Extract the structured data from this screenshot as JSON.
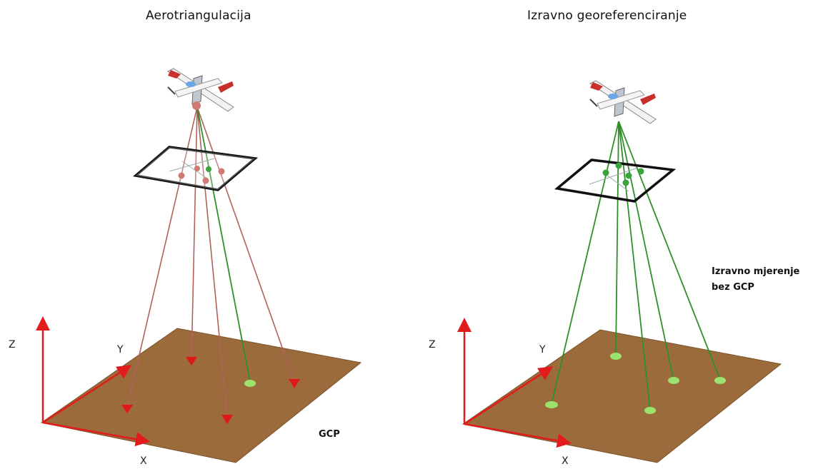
{
  "panels": {
    "left": {
      "title": "Aerotriangulacija",
      "axes": {
        "z": "Z",
        "y": "Y",
        "x": "X"
      },
      "ground_label": "GCP"
    },
    "right": {
      "title": "Izravno georeferenciranje",
      "axes": {
        "z": "Z",
        "y": "Y",
        "x": "X"
      },
      "note_line1": "Izravno mjerenje",
      "note_line2": "bez GCP"
    }
  },
  "colors": {
    "ground": "#9c6b3b",
    "ground_edge": "#7a5228",
    "axis": "#e21b1b",
    "ray_red": "#b0625c",
    "ray_green": "#2f8f2a",
    "marker_red": "#e01818",
    "marker_green": "#9be36d",
    "frame": "#111111"
  },
  "icons": {
    "aircraft": "airplane-icon",
    "photo_frame": "image-frame-icon"
  }
}
